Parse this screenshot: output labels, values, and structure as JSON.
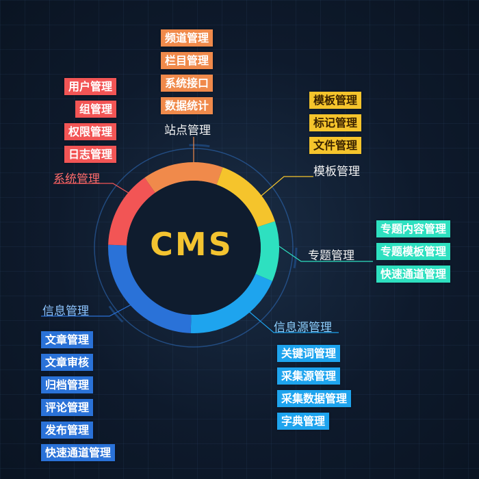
{
  "center": {
    "title": "CMS"
  },
  "categories": [
    {
      "key": "site",
      "label": "站点管理",
      "color": "#f08a4b",
      "items": [
        "频道管理",
        "栏目管理",
        "系统接口",
        "数据统计"
      ]
    },
    {
      "key": "template",
      "label": "模板管理",
      "color": "#f5c42c",
      "items": [
        "模板管理",
        "标记管理",
        "文件管理"
      ]
    },
    {
      "key": "topic",
      "label": "专题管理",
      "color": "#2ee0c0",
      "items": [
        "专题内容管理",
        "专题模板管理",
        "快速通道管理"
      ]
    },
    {
      "key": "source",
      "label": "信息源管理",
      "color": "#1ea4ee",
      "items": [
        "关键词管理",
        "采集源管理",
        "采集数据管理",
        "字典管理"
      ]
    },
    {
      "key": "info",
      "label": "信息管理",
      "color": "#2a72d8",
      "items": [
        "文章管理",
        "文章审核",
        "归档管理",
        "评论管理",
        "发布管理",
        "快速通道管理"
      ]
    },
    {
      "key": "system",
      "label": "系统管理",
      "color": "#f25555",
      "items": [
        "用户管理",
        "组管理",
        "权限管理",
        "日志管理"
      ]
    }
  ]
}
